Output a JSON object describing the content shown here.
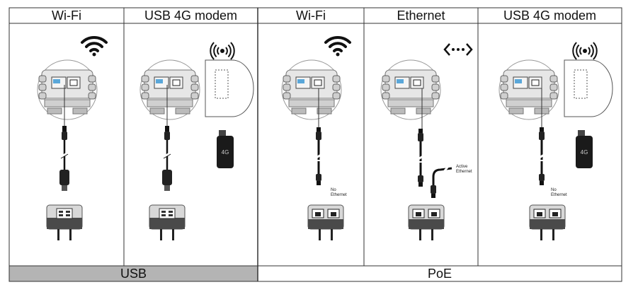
{
  "columns": [
    {
      "title": "Wi-Fi",
      "signal_icon": "wifi-icon"
    },
    {
      "title": "USB 4G modem",
      "signal_icon": "cellular-signal-icon"
    },
    {
      "title": "Wi-Fi",
      "signal_icon": "wifi-icon"
    },
    {
      "title": "Ethernet",
      "signal_icon": "ethernet-icon"
    },
    {
      "title": "USB 4G modem",
      "signal_icon": "cellular-signal-icon"
    }
  ],
  "groups": {
    "usb": {
      "label": "USB",
      "color": "#b4b4b4"
    },
    "poe": {
      "label": "PoE",
      "color": "#ffffff"
    }
  },
  "annotations": {
    "no_ethernet": "No\nEthernet",
    "active_ethernet": "Active\nEthernet"
  },
  "colors": {
    "border": "#333333",
    "device": "#d9d9d9",
    "device_dark": "#555555",
    "port_highlight": "#5aa7d9",
    "cable": "#111111"
  }
}
